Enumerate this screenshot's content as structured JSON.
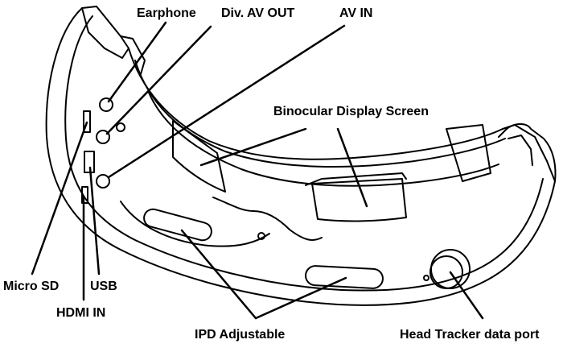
{
  "labels": {
    "earphone": "Earphone",
    "div_av_out": "Div. AV OUT",
    "av_in": "AV IN",
    "binocular_display": "Binocular Display Screen",
    "micro_sd": "Micro SD",
    "usb": "USB",
    "hdmi_in": "HDMI IN",
    "ipd_adjustable": "IPD Adjustable",
    "head_tracker": "Head Tracker data port"
  },
  "colors": {
    "line": "#000000",
    "body_fill": "#ffffff",
    "label": "#000000"
  }
}
